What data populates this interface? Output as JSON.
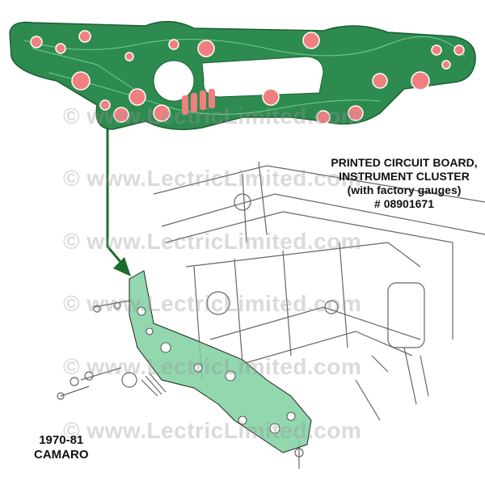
{
  "watermark": "© www.LectricLimited.com",
  "title": {
    "line1": "PRINTED CIRCUIT BOARD,",
    "line2": "INSTRUMENT CLUSTER",
    "line3": "(with factory gauges)",
    "part_number": "# 08901671"
  },
  "model": {
    "years": "1970-81",
    "name": "CAMARO"
  },
  "colors": {
    "pcb_green": "#2e8b4f",
    "trace_green": "#5fbf7f",
    "pad_pink": "#f08080",
    "bracket_green": "#7fd0a0",
    "arrow_green": "#1f6b2f"
  }
}
